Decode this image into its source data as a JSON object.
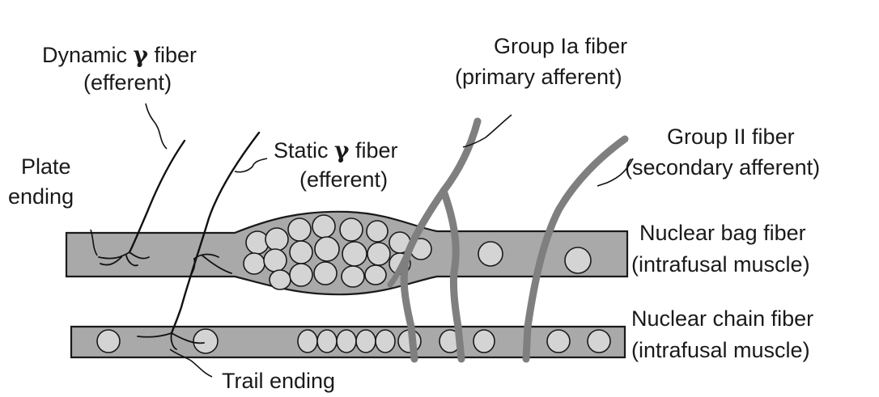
{
  "labels": {
    "dynamic_gamma_prefix": "Dynamic ",
    "dynamic_gamma_symbol": "γ",
    "dynamic_gamma_suffix": " fiber",
    "dynamic_gamma_sub": "(efferent)",
    "static_gamma_prefix": "Static ",
    "static_gamma_symbol": "γ",
    "static_gamma_suffix": " fiber",
    "static_gamma_sub": "(efferent)",
    "group_ia": "Group Ia fiber",
    "group_ia_sub": "(primary afferent)",
    "group_ii": "Group II fiber",
    "group_ii_sub": "(secondary afferent)",
    "plate_ending_1": "Plate",
    "plate_ending_2": "ending",
    "nuclear_bag": "Nuclear bag fiber",
    "nuclear_bag_sub": "(intrafusal muscle)",
    "nuclear_chain": "Nuclear chain fiber",
    "nuclear_chain_sub": "(intrafusal muscle)",
    "trail_ending": "Trail ending"
  },
  "colors": {
    "muscle_fill": "#a9a9a9",
    "afferent": "#7f7f7f",
    "nucleus": "#d4d4d4",
    "ink": "#1a1a1a"
  }
}
